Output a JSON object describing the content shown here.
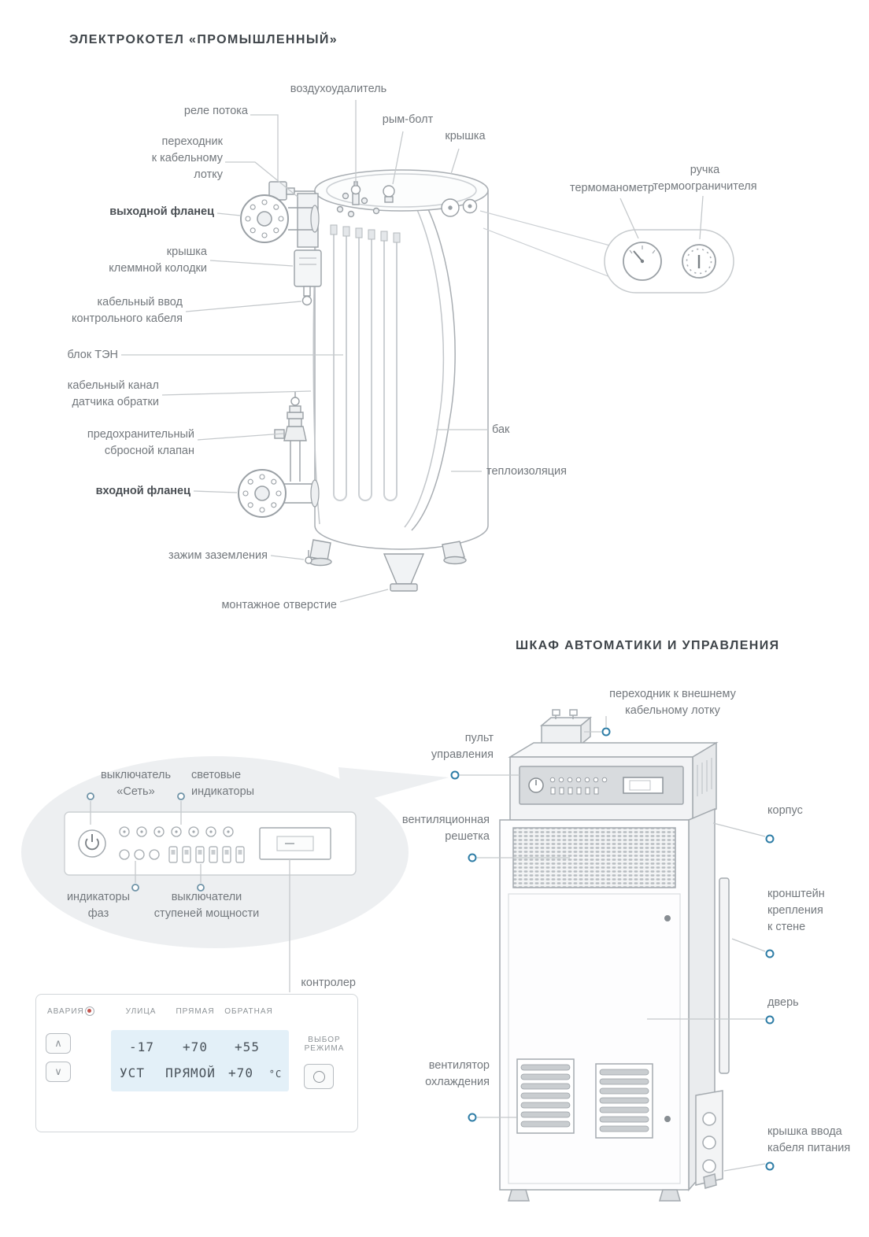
{
  "titles": {
    "boiler": "ЭЛЕКТРОКОТЕЛ «ПРОМЫШЛЕННЫЙ»",
    "cabinet": "ШКАФ АВТОМАТИКИ И УПРАВЛЕНИЯ"
  },
  "boiler": {
    "labels": {
      "air_vent": "воздухоудалитель",
      "flow_relay": "реле потока",
      "cable_tray_adapter": "переходник\nк кабельному\nлотку",
      "eye_bolt": "рым-болт",
      "lid": "крышка",
      "outlet_flange": "выходной фланец",
      "terminal_box_cover": "крышка\nклеммной колодки",
      "control_cable_entry": "кабельный ввод\nконтрольного кабеля",
      "heating_block": "блок ТЭН",
      "return_sensor_duct": "кабельный канал\nдатчика обратки",
      "safety_valve": "предохранительный\nсбросной клапан",
      "inlet_flange": "входной фланец",
      "ground_clamp": "зажим заземления",
      "mounting_hole": "монтажное отверстие",
      "tank": "бак",
      "insulation": "теплоизоляция",
      "thermomanometer": "термоманометр",
      "thermostat_knob": "ручка\nтермоограничителя"
    }
  },
  "cabinet": {
    "labels": {
      "external_tray_adapter": "переходник к внешнему\nкабельному лотку",
      "control_console": "пульт\nуправления",
      "vent_grille": "вентиляционная\nрешетка",
      "body": "корпус",
      "wall_bracket": "кронштейн\nкрепления\nк стене",
      "door": "дверь",
      "cooling_fan": "вентилятор\nохлаждения",
      "power_cable_cover": "крышка ввода\nкабеля питания"
    }
  },
  "panel": {
    "labels": {
      "power_switch": "выключатель\n«Сеть»",
      "indicators": "световые\nиндикаторы",
      "phase_indicators": "индикаторы\nфаз",
      "step_switches": "выключатели\nступеней мощности",
      "controller": "контролер"
    }
  },
  "controller": {
    "alarm_label": "АВАРИЯ",
    "col_street": "УЛИЦА",
    "col_supply": "ПРЯМАЯ",
    "col_return": "ОБРАТНАЯ",
    "display": {
      "street_value": "-17",
      "supply_value": "+70",
      "return_value": "+55",
      "set_label": "УСТ",
      "mode_label": "ПРЯМОЙ",
      "set_value": "+70",
      "unit": "°C"
    },
    "mode_select_label": "ВЫБОР\nРЕЖИМА"
  },
  "colors": {
    "accent_blue": "#2e7da6",
    "label_gray": "#73787d",
    "line_gray": "#c5c9cc"
  }
}
